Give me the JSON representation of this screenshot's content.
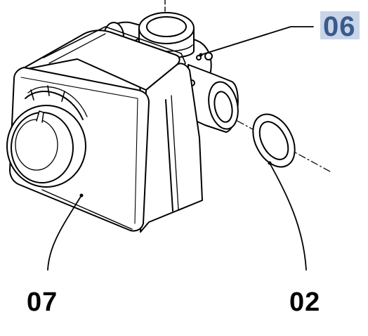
{
  "labels": {
    "part_06": "06",
    "part_07": "07",
    "part_02": "02"
  },
  "colors": {
    "line": "#000000",
    "highlight_06_background": "#c8d4e8",
    "highlight_06_text": "#3a5a8c"
  }
}
